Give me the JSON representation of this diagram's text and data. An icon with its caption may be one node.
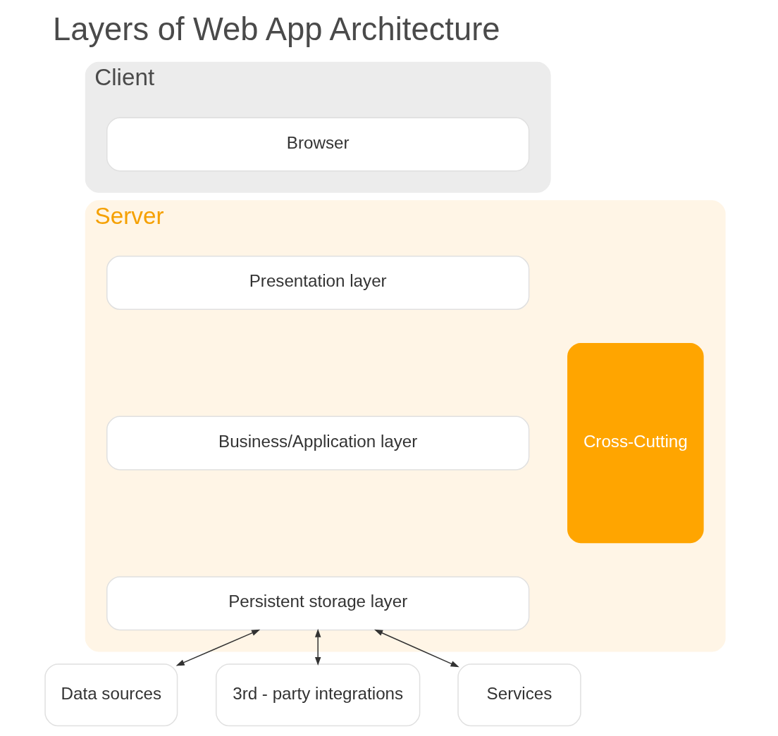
{
  "diagram": {
    "title": "Layers of Web App Architecture",
    "nodes": [
      {
        "text": [
          "Client"
        ]
      },
      {
        "text": [
          "Browser"
        ],
        "in": 0
      },
      {
        "text": [
          "Server"
        ]
      },
      {
        "text": [
          "Presentation layer"
        ],
        "in": 2
      },
      {
        "text": [
          "Business/Application layer"
        ],
        "in": 2
      },
      {
        "text": [
          "Persistent storage layer"
        ],
        "in": 2
      },
      {
        "text": [
          "Cross-Cutting"
        ],
        "in": 2
      },
      {
        "text": [
          "Data sources"
        ]
      },
      {
        "text": [
          "3rd - party integrations"
        ]
      },
      {
        "text": [
          "Services"
        ]
      }
    ],
    "edges": [
      {
        "from": 5,
        "to": 7,
        "arrow": "both"
      },
      {
        "from": 5,
        "to": 8,
        "arrow": "both"
      },
      {
        "from": 5,
        "to": 9,
        "arrow": "both"
      }
    ]
  }
}
